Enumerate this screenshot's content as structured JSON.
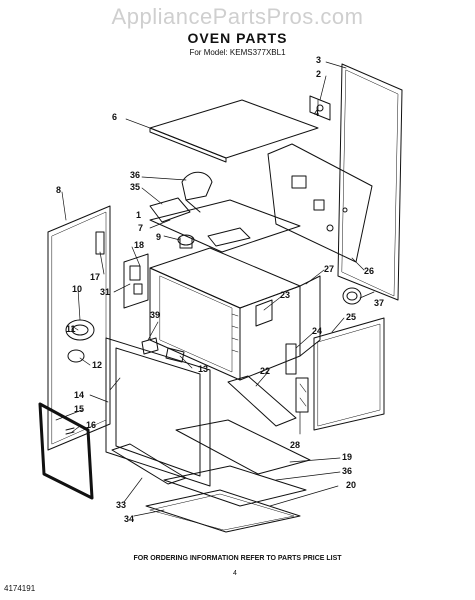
{
  "watermark": "AppliancePartsPros.com",
  "title": "OVEN PARTS",
  "model": "For Model: KEMS377XBL1",
  "footer": "FOR ORDERING INFORMATION REFER TO PARTS PRICE LIST",
  "page_number": "4",
  "doc_number": "4174191",
  "callouts": [
    "1",
    "2",
    "3",
    "4",
    "6",
    "7",
    "8",
    "9",
    "10",
    "11",
    "12",
    "13",
    "14",
    "15",
    "16",
    "17",
    "18",
    "19",
    "20",
    "22",
    "23",
    "24",
    "25",
    "26",
    "27",
    "28",
    "31",
    "33",
    "34",
    "35",
    "36",
    "36",
    "36",
    "37",
    "39"
  ]
}
